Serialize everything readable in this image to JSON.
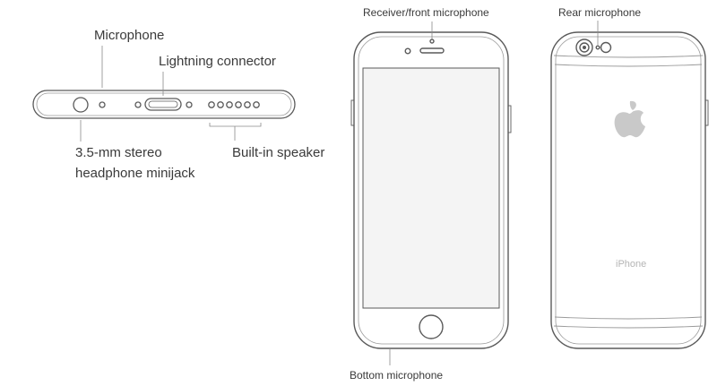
{
  "labels": {
    "microphone": "Microphone",
    "lightning_connector": "Lightning connector",
    "headphone_line1": "3.5-mm stereo",
    "headphone_line2": "headphone minijack",
    "built_in_speaker": "Built-in speaker",
    "receiver_front_microphone": "Receiver/front microphone",
    "rear_microphone": "Rear microphone",
    "bottom_microphone": "Bottom microphone",
    "back_brand_text": "iPhone"
  },
  "colors": {
    "outline": "#5a5a5a",
    "light_outline": "#9a9a9a",
    "screen_fill": "#f4f4f4",
    "apple_logo": "#c9c9c9",
    "leader": "#8a8a8a"
  },
  "icons": {
    "apple_logo": "apple-logo-icon"
  }
}
